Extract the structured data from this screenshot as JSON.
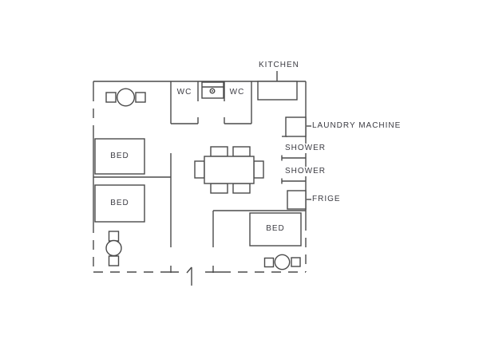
{
  "colors": {
    "line": "#4a4a4a",
    "text": "#3b3b42",
    "background": "#ffffff"
  },
  "labels": {
    "kitchen": "KITCHEN",
    "wc_left": "WC",
    "wc_right": "WC",
    "laundry": "LAUNDRY MACHINE",
    "shower_top": "SHOWER",
    "shower_bottom": "SHOWER",
    "frige": "FRIGE",
    "bed_left_top": "BED",
    "bed_left_bottom": "BED",
    "bed_living": "BED"
  },
  "furniture": [
    "vanity-top-left",
    "bed-top-left",
    "bed-bottom-left",
    "vanity-bottom-left",
    "dining-table-with-six-chairs",
    "wc-sink",
    "kitchen-counter",
    "laundry-machine",
    "fridge",
    "bed-living-room",
    "vanity-bottom-right",
    "entry-door"
  ]
}
